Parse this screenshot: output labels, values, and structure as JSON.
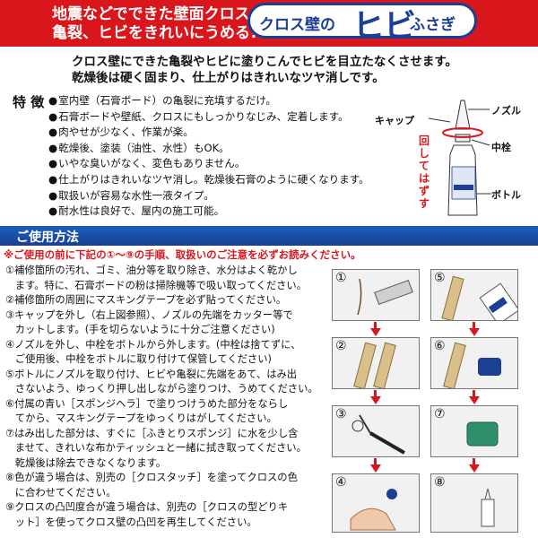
{
  "header": {
    "subtitle_lines": [
      "地震などでできた壁面クロスの",
      "亀裂、ヒビをきれいにうめる!"
    ],
    "brand_prefix": "クロス壁の",
    "brand_main": "ヒビ",
    "brand_suffix": "ふさぎ",
    "accent_color": "#d8161b",
    "brand_color": "#1b3f95"
  },
  "intro": [
    "クロス壁にできた亀裂やヒビに塗りこんでヒビを目立たなくさせます。",
    "乾燥後は硬く固まり、仕上がりはきれいなツヤ消しです。"
  ],
  "features": {
    "title": "特 徴",
    "items": [
      "室内壁（石膏ボード）の亀裂に充填するだけ。",
      "石膏ボードや壁紙、クロスにもしっかりなじみ、定着します。",
      "肉やせが少なく、作業が楽。",
      "乾燥後、塗装（油性、水性）もOK。",
      "いやな臭いがなく、変色もありません。",
      "仕上がりはきれいなツヤ消し。乾燥後石膏のように硬くなります。",
      "取扱いが容易な水性一液タイプ。",
      "耐水性は良好で、屋内の施工可能。"
    ]
  },
  "diagram": {
    "nozzle": "ノズル",
    "cap": "キャップ",
    "plug": "中栓",
    "bottle": "ボトル",
    "rotate": "回してはずす"
  },
  "usage": {
    "title": "ご使用方法",
    "notice": "※ご使用の前に下記の①～⑨の手順、取扱いのご注意を必ずお読みください。",
    "steps": [
      "①補修箇所の汚れ、ゴミ、油分等を取り除き、水分はよく乾かし",
      "   ます。特に、石膏ボードの粉は掃除機等で吸い取ってください。",
      "②補修箇所の周囲にマスキングテープを必ず貼ってください。",
      "③キャップを外し（右上図参照）、ノズルの先端をカッター等で",
      "   カットします。(手を切らないように十分ご注意ください)",
      "④ノズルを外し、中栓をボトルから外します。(中栓は捨てずに、",
      "   ご使用後、中栓をボトルに取り付けて保管してください)",
      "⑤ボトルにノズルを取り付け、ヒビや亀裂に先端をあて、はみ出",
      "   さないよう、ゆっくり押し出しながら塗りつけ、うめてください。",
      "⑥付属の青い［スポンジヘラ］で塗りつけうめた部分をならし",
      "   てから、マスキングテープをゆっくりはがしてください。",
      "⑦はみ出した部分は、すぐに［ふきとりスポンジ］に水を少し含",
      "   ませて、きれいな布かティッシュと一緒に拭き取ってください。",
      "   乾燥後は除去できなくなります。",
      "⑧色が違う場合は、別売の［クロスタッチ］を塗ってクロスの色",
      "   に合わせてください。",
      "⑨クロスの凸凹度合が違う場合は、別売の［クロスの型どりキ",
      "   ット］を使ってクロス壁の凸凹を再生してください。"
    ],
    "panel_numbers": [
      "①",
      "②",
      "③",
      "④",
      "⑤",
      "⑥",
      "⑦",
      "⑧"
    ]
  }
}
